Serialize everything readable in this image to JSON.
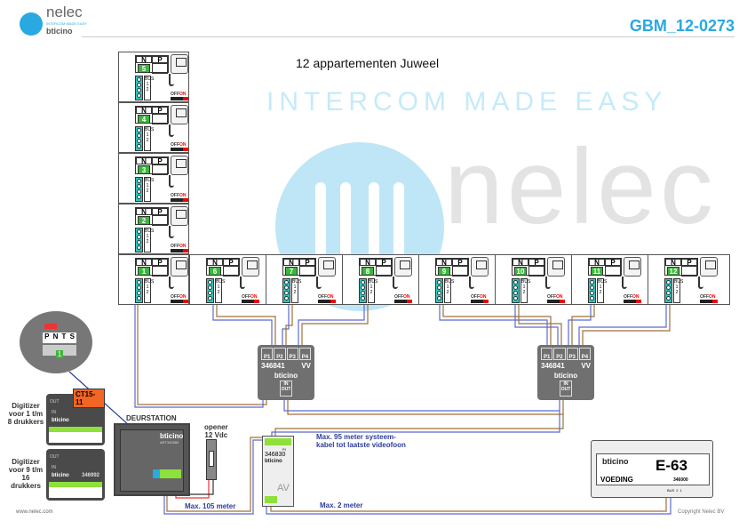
{
  "header": {
    "brand": "nelec",
    "tagline": "INTERCOM MADE EASY",
    "sub_brand": "bticino",
    "doc_code": "GBM_12-0273"
  },
  "title": "12 appartementen Juweel",
  "apartments": {
    "n_label": "N",
    "p_label": "P",
    "terminals": [
      "BUS",
      "1",
      "2"
    ],
    "switch_off": "OFF",
    "switch_on": "ON",
    "numbers": [
      "5",
      "4",
      "3",
      "2",
      "1",
      "6",
      "7",
      "8",
      "9",
      "10",
      "11",
      "12"
    ]
  },
  "distributors": [
    {
      "ports": [
        "P1",
        "P2",
        "P3",
        "P4"
      ],
      "code": "346841",
      "vv": "VV",
      "brand": "bticino",
      "io": "IN OUT"
    },
    {
      "ports": [
        "P1",
        "P2",
        "P3",
        "P4"
      ],
      "code": "346841",
      "vv": "VV",
      "brand": "bticino",
      "io": "IN OUT"
    }
  ],
  "detail": {
    "labels": [
      "P",
      "N",
      "T",
      "S"
    ],
    "number": "1"
  },
  "digitizers": [
    {
      "label": "Digitizer voor 1 t/m 8 drukkers",
      "tag": "CT15-11",
      "out": "OUT",
      "in": "IN",
      "brand": "bticino"
    },
    {
      "label": "Digitizer voor 9 t/m 16 drukkers",
      "out": "OUT",
      "in": "IN",
      "brand": "bticino",
      "code": "346992"
    }
  ],
  "doorstation": {
    "title": "DEURSTATION",
    "brand": "bticino",
    "code": "ART342560"
  },
  "opener": {
    "label": "opener",
    "voltage": "12",
    "unit": "Vdc"
  },
  "av_module": {
    "code": "346830",
    "brand": "bticino",
    "p1": "PI",
    "label": "AV"
  },
  "power": {
    "brand": "bticino",
    "model": "E-63",
    "label": "VOEDING",
    "code": "346000",
    "terminals": [
      "BUS",
      "2",
      "1"
    ]
  },
  "notes": {
    "max95": "Max. 95 meter systeem-",
    "max95b": "kabel tot laatste videofoon",
    "max105": "Max. 105 meter",
    "max2": "Max. 2 meter"
  },
  "footer": {
    "website": "www.nelec.com",
    "copyright": "Copyright Nelec BV"
  },
  "colors": {
    "accent": "#29a9e1",
    "wire_blue": "#5a6ad0",
    "wire_brown": "#a0703a"
  }
}
